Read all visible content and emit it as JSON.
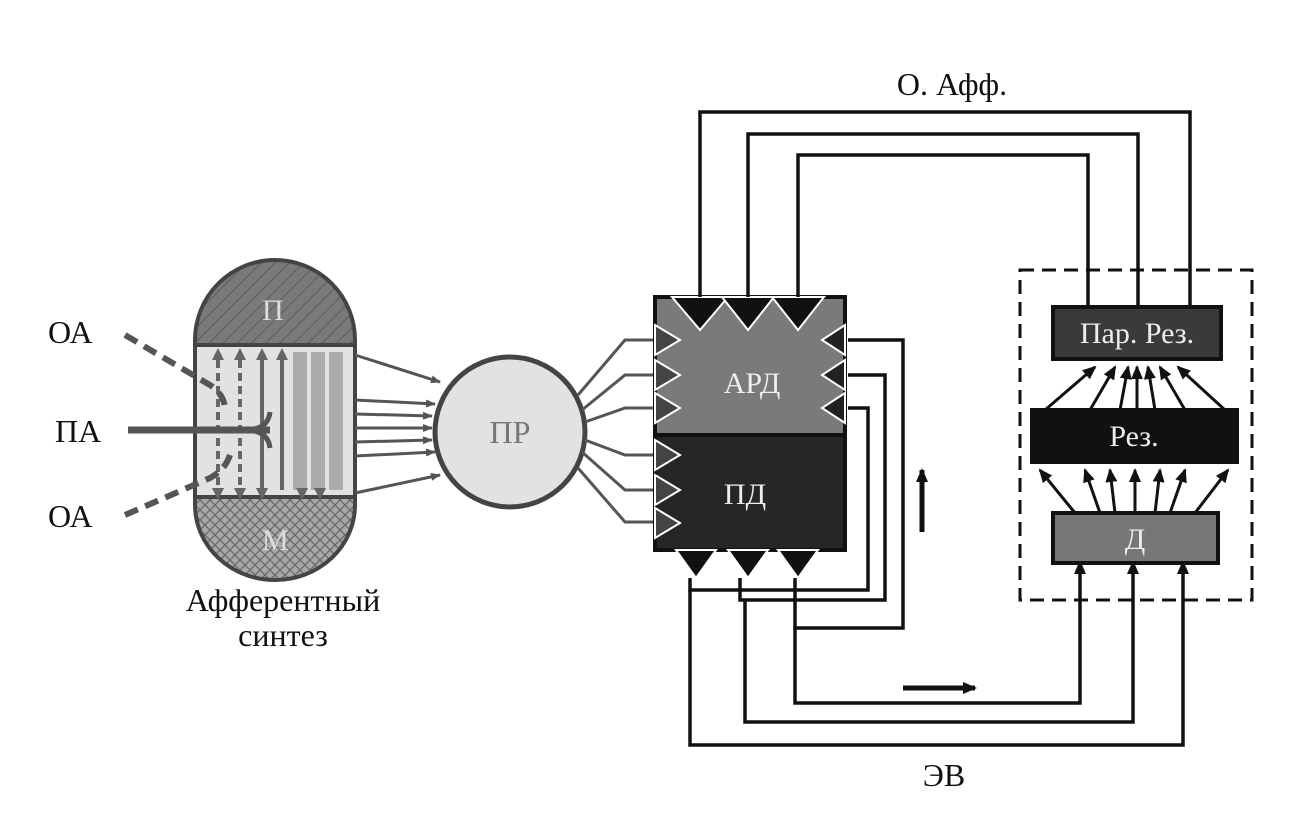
{
  "labels": {
    "oa_top": "ОА",
    "pa": "ПА",
    "oa_bottom": "ОА",
    "p": "П",
    "m": "М",
    "afferent_line1": "Афферентный",
    "afferent_line2": "синтез",
    "pr": "ПР",
    "ard": "АРД",
    "pd": "ПД",
    "o_aff": "О. Афф.",
    "ev": "ЭВ",
    "par_rez": "Пар. Рез.",
    "rez": "Рез.",
    "d": "Д"
  }
}
